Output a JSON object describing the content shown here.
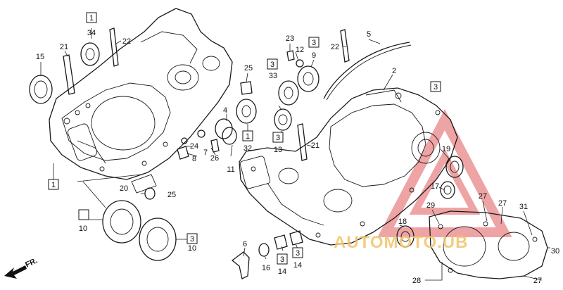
{
  "diagram": {
    "boxed_labels": [
      "1",
      "34",
      "3",
      "33",
      "1",
      "32",
      "3",
      "13",
      "1",
      "3",
      "3",
      "3",
      "3",
      "3"
    ],
    "plain_labels": [
      "15",
      "21",
      "22",
      "25",
      "4",
      "23",
      "12",
      "9",
      "22",
      "5",
      "2",
      "7",
      "8",
      "24",
      "26",
      "11",
      "21",
      "20",
      "25",
      "10",
      "10",
      "19",
      "17",
      "27",
      "29",
      "27",
      "31",
      "18",
      "6",
      "16",
      "14",
      "14",
      "28",
      "27",
      "30"
    ],
    "direction_label": "FR.",
    "watermark": "AUTOMOTO.UB"
  }
}
